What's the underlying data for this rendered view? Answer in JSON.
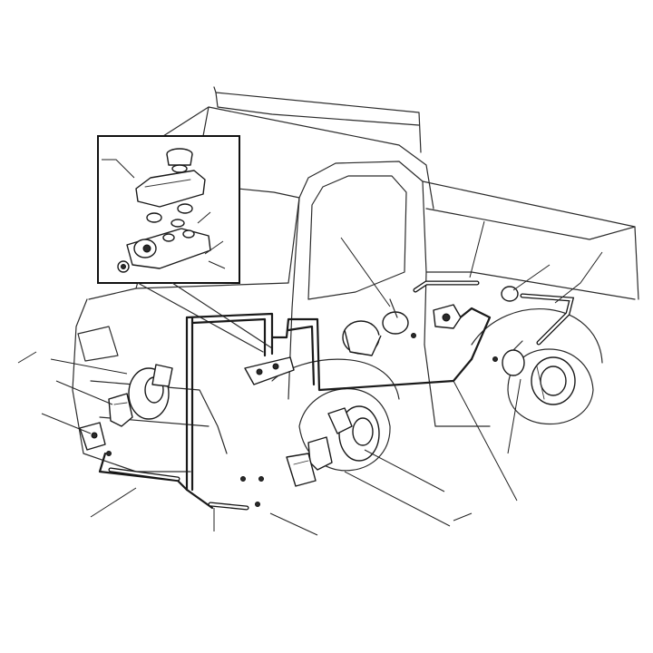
{
  "figure": {
    "kind": "exploded-parts-diagram",
    "subject": "brake-system",
    "labels": []
  },
  "colors": {
    "line": "#1a1a1a",
    "background": "#ffffff"
  },
  "callout_count": 20
}
